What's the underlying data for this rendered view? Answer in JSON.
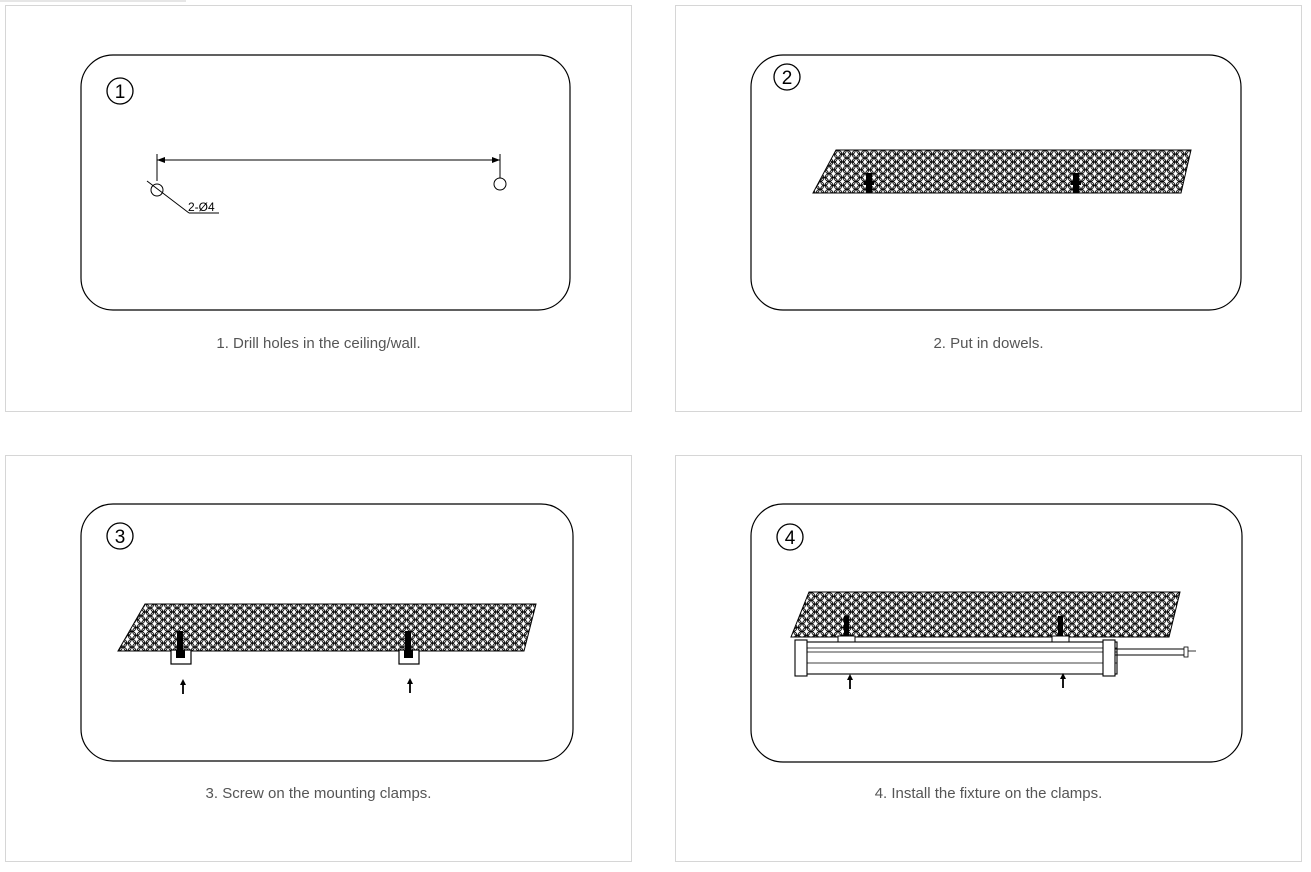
{
  "steps": [
    {
      "number": "1",
      "caption": "1. Drill holes in the ceiling/wall.",
      "dimension_label": "2-Ø4"
    },
    {
      "number": "2",
      "caption": "2. Put in dowels."
    },
    {
      "number": "3",
      "caption": "3. Screw on the mounting clamps."
    },
    {
      "number": "4",
      "caption": "4. Install the fixture on the clamps."
    }
  ]
}
